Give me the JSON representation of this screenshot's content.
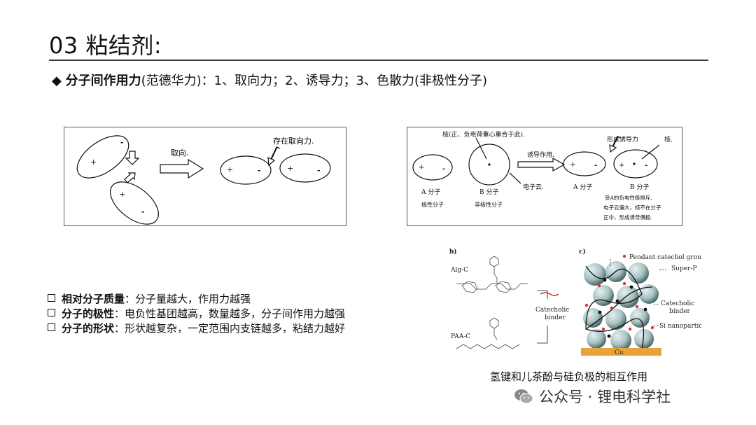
{
  "slide": {
    "title": "03 粘结剂:",
    "bullet": {
      "symbol": "◆",
      "bold": "分子间作用力",
      "rest": "(范德华力)：1、取向力；2、诱导力；3、色散力(非极性分子)"
    }
  },
  "fig_orientation": {
    "label_orient": "取向.",
    "label_force": "存在取向力."
  },
  "fig_induction": {
    "label_nucleus_center": "核(正、负电荷重心重合于此).",
    "label_induction_action": "诱导作用.",
    "label_induced_force": "形成诱导力",
    "label_nucleus": "核.",
    "label_electron_cloud": "电子云.",
    "mol_a": "A 分子",
    "mol_a_sub": "极性分子",
    "mol_b": "B 分子",
    "mol_b_sub": "非极性分子",
    "mol_a2": "A 分子",
    "mol_b2": "B 分子",
    "note_line1": "受A的负电性极排斥,",
    "note_line2": "电子云偏大，核不在分子",
    "note_line3": "正中，形成诱导偶极."
  },
  "fig_binder": {
    "panel_b": "b)",
    "panel_c": "c)",
    "alg": "Alg-C",
    "paa": "PAA-C",
    "catecholic_line1": "Catecholic",
    "catecholic_line2": "binder",
    "pendant": "Pendant catechol group",
    "superp": "Super-P",
    "cbinder_line1": "Catecholic",
    "cbinder_line2": "binder",
    "si": "Si nanoparticle",
    "cu": "Cu"
  },
  "caption": "氢键和儿茶酚与硅负极的相互作用",
  "factors": [
    {
      "bold": "相对分子质量",
      "text": "：分子量越大，作用力越强"
    },
    {
      "bold": "分子的极性",
      "text": "：电负性基团越高，数量越多，分子间作用力越强"
    },
    {
      "bold": "分子的形状",
      "text": "：形状越复杂，一定范围内支链越多，粘结力越好"
    }
  ],
  "footer": {
    "icon": "wechat-icon",
    "text": "公众号 · 锂电科学社"
  },
  "colors": {
    "accent_rule": "#3a3f4a",
    "copper": "#e8a33a",
    "sphere": "#a9c2c2",
    "red_dot": "#d9333a"
  }
}
